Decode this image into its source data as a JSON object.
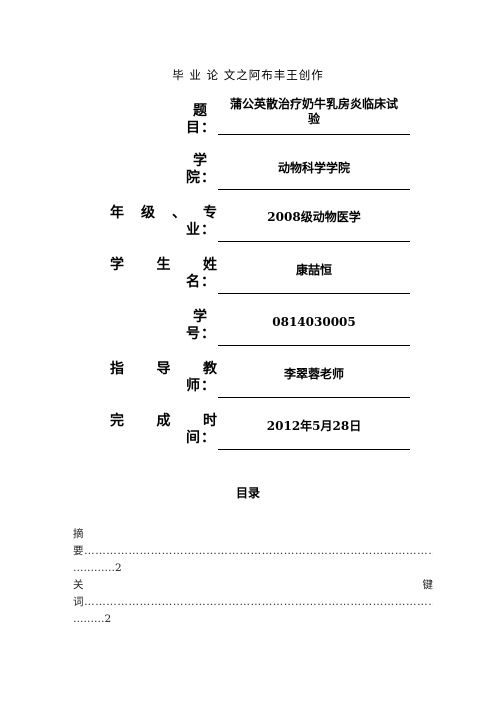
{
  "header": "毕 业 论 文之阿布丰王创作",
  "fields": [
    {
      "label_line1": "题",
      "label_line2": "目：",
      "value": "蒲公英散治疗奶牛乳房炎临床试验"
    },
    {
      "label_line1": "学",
      "label_line2": "院：",
      "value": "动物科学学院"
    },
    {
      "label_line1": "年级、专",
      "label_line2": "业：",
      "value": "2008级动物医学"
    },
    {
      "label_line1": "学 生 姓",
      "label_line2": "名：",
      "value": "康喆恒"
    },
    {
      "label_line1": "学",
      "label_line2": "号：",
      "value": "0814030005"
    },
    {
      "label_line1": "指 导 教",
      "label_line2": "师：",
      "value": "李翠蓉老师"
    },
    {
      "label_line1": "完 成 时",
      "label_line2": "间：",
      "value": "2012年5月28日"
    }
  ],
  "toc": {
    "title": "目录",
    "entries": [
      {
        "first_line": "摘",
        "second_line_start": "要",
        "dots_tail": "…………",
        "page": "2"
      },
      {
        "first_line_left": "关",
        "first_line_right": "键",
        "second_line_start": "词",
        "dots_tail": "………",
        "page": "2"
      }
    ]
  }
}
